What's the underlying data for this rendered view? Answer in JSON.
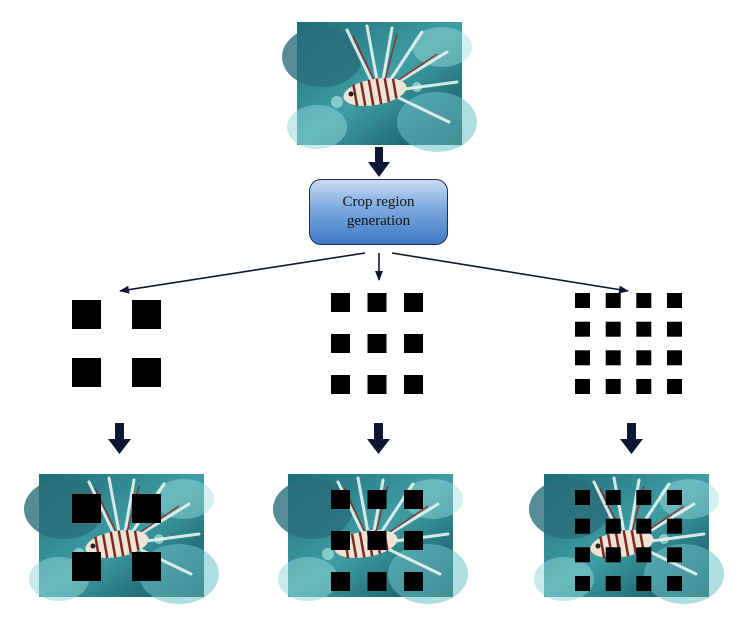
{
  "process": {
    "label": "Crop region generation"
  },
  "grids": [
    {
      "rows": 2,
      "cols": 2
    },
    {
      "rows": 3,
      "cols": 3
    },
    {
      "rows": 4,
      "cols": 4
    }
  ],
  "colors": {
    "mask": "#000000",
    "arrow": "#0d1733",
    "box_border": "#1f2f4d",
    "water_dark": "#15555f",
    "water_light": "#8fd6d8",
    "reef": "#2f7d86"
  },
  "images": {
    "source": "lionfish underwater photo",
    "outputs": "masked lionfish photos"
  }
}
